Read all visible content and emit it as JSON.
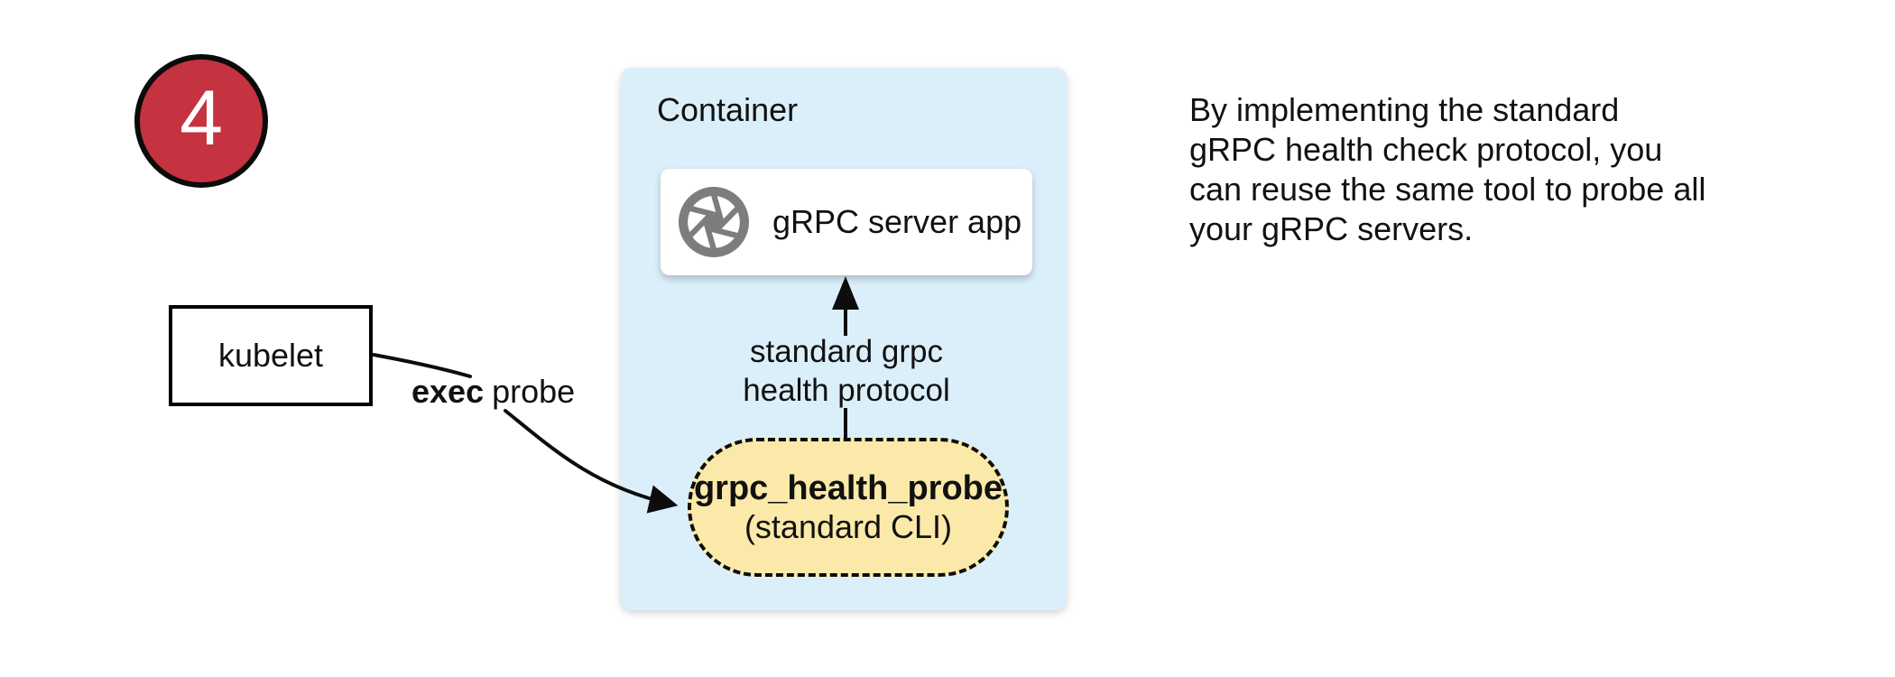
{
  "colors": {
    "badge-red": "#C4333F",
    "container-blue": "#DBEFFA",
    "pill-yellow": "#FBE9A9",
    "icon-gray": "#7D7D7D"
  },
  "step_badge": {
    "number": "4"
  },
  "kubelet_box": {
    "label": "kubelet"
  },
  "exec_probe_label": {
    "bold": "exec",
    "rest": "probe"
  },
  "container": {
    "title": "Container",
    "server_box": {
      "icon": "aperture-icon",
      "label": "gRPC server app"
    },
    "protocol_arrow_label": {
      "line1": "standard grpc",
      "line2": "health protocol"
    },
    "probe_pill": {
      "name": "grpc_health_probe",
      "subtitle": "(standard CLI)"
    }
  },
  "note": {
    "lines": [
      "By implementing the standard",
      "gRPC health check protocol, you",
      "can reuse the same tool to probe all",
      "your gRPC servers."
    ]
  }
}
